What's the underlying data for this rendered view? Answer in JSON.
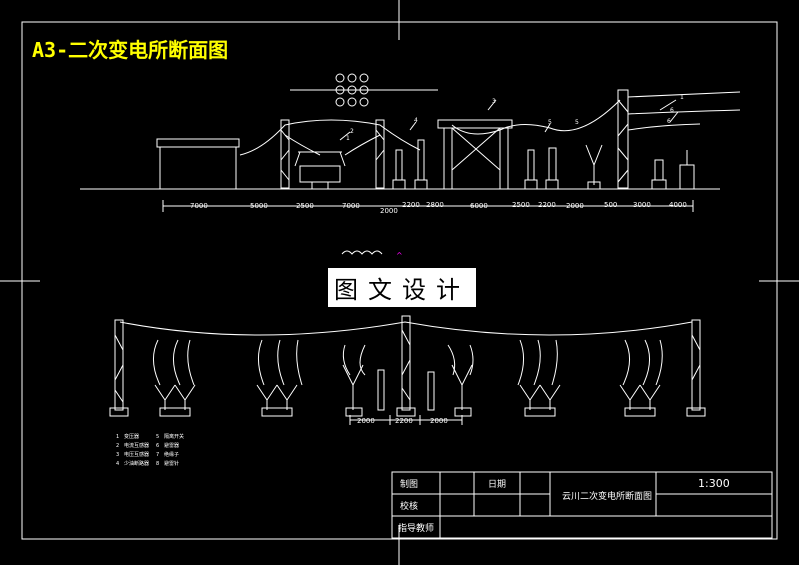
{
  "title": "A3-二次变电所断面图",
  "watermark": "图文设计",
  "dimensions": [
    "7000",
    "5000",
    "2500",
    "7000",
    "2000",
    "2200",
    "2800",
    "6000",
    "2500",
    "2200",
    "2000",
    "500",
    "3000",
    "4000"
  ],
  "plan_dimensions": [
    "2000",
    "2200",
    "2000"
  ],
  "item_numbers": [
    "1",
    "2",
    "3",
    "4",
    "5",
    "6",
    "1",
    "5",
    "6"
  ],
  "legend": [
    {
      "num": "1",
      "text": "变压器",
      "num2": "5",
      "text2": "隔离开关"
    },
    {
      "num": "2",
      "text": "电流互感器",
      "num2": "6",
      "text2": "避雷器"
    },
    {
      "num": "3",
      "text": "电压互感器",
      "num2": "7",
      "text2": "绝缘子"
    },
    {
      "num": "4",
      "text": "少油断路器",
      "num2": "8",
      "text2": "避雷针"
    }
  ],
  "title_block": {
    "drawn_by_label": "制图",
    "checked_by_label": "校核",
    "advisor_label": "指导教师",
    "date_label": "日期",
    "drawing_name": "云川二次变电所断面图",
    "scale": "1:300"
  },
  "colors": {
    "title": "#ffff00",
    "lines": "#ffffff",
    "background": "#000000",
    "marker": "#ff00ff"
  }
}
